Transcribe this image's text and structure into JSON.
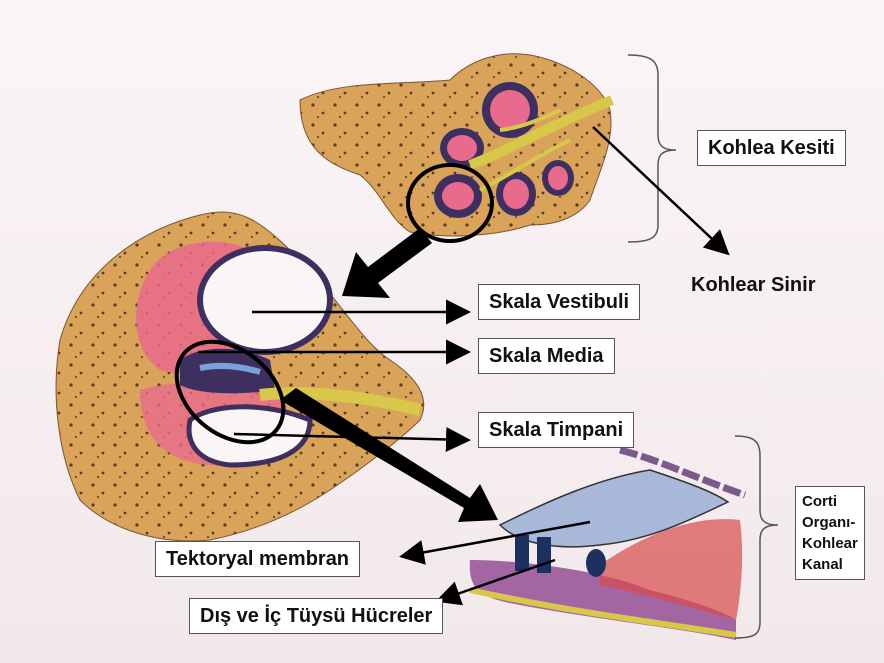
{
  "labels": {
    "kohlea_kesiti": "Kohlea Kesiti",
    "kohlear_sinir": "Kohlear Sinir",
    "skala_vestibuli": "Skala Vestibuli",
    "skala_media": "Skala Media",
    "skala_timpani": "Skala Timpani",
    "tektoryal_membran": "Tektoryal membran",
    "tuysu_hucreler": "Dış ve İç Tüysü Hücreler",
    "corti": [
      "Corti",
      "Organı-",
      "Kohlear",
      "Kanal"
    ]
  },
  "colors": {
    "bone": "#d9a45a",
    "bone_dots": "#5a3a22",
    "pink": "#e86a8c",
    "membrane": "#a8b8d8",
    "nerve": "#d8c84a",
    "arrow": "#000000"
  }
}
